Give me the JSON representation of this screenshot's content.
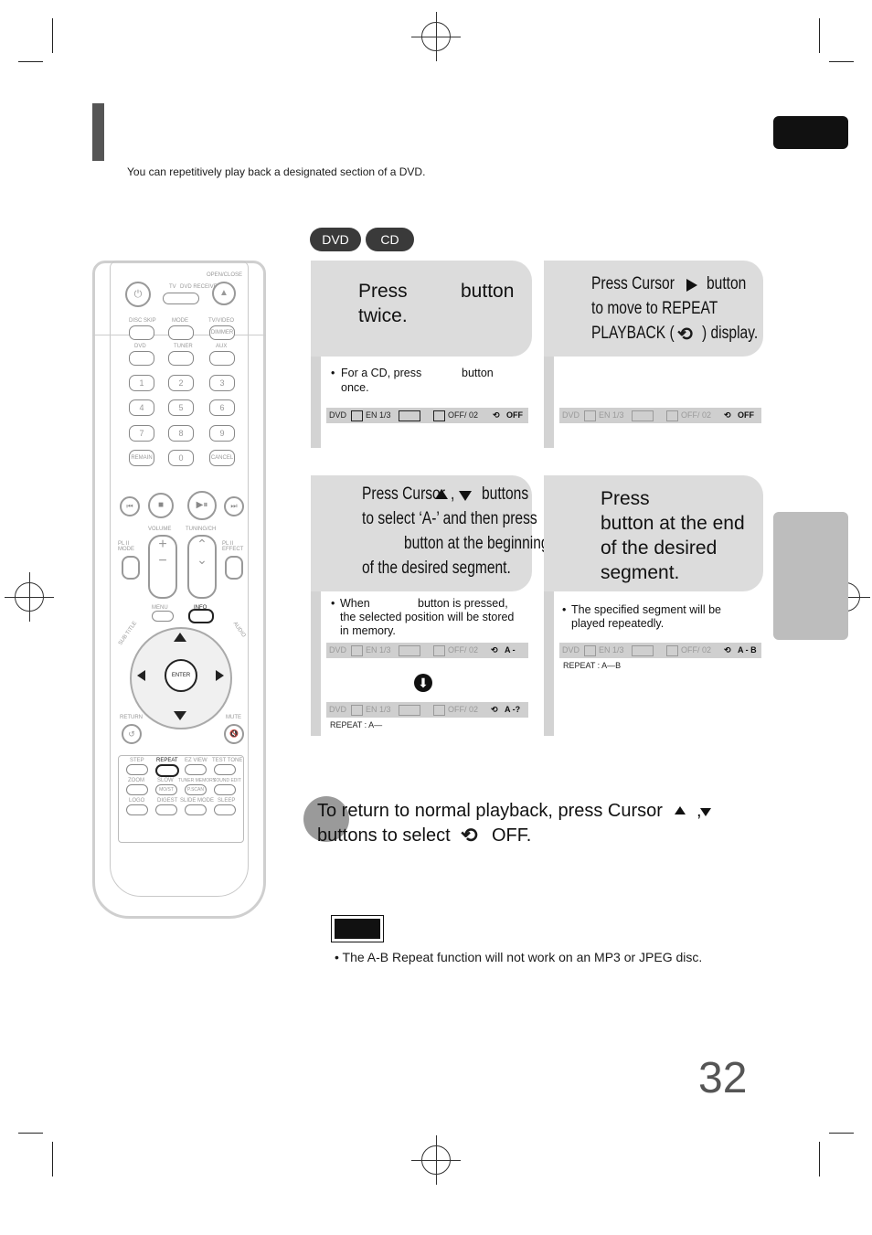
{
  "intro": "You can repetitively play back a designated section of a DVD.",
  "badges": [
    "DVD",
    "CD"
  ],
  "step1": {
    "line1a": "Press",
    "line1b": "button",
    "line2": "twice.",
    "note_line1a": "For a CD, press",
    "note_line1b": "button",
    "note_line2": "once."
  },
  "step2": {
    "line1a": "Press Cursor",
    "line1b": "button",
    "line2": "to move to REPEAT",
    "line3a": "PLAYBACK (",
    "line3b": ") display."
  },
  "step3": {
    "line1a": "Press Cursor",
    "line1b": ",",
    "line1c": "buttons",
    "line2": "to select ‘A-’ and then press",
    "line3": "button at the beginning",
    "line4": "of the desired segment.",
    "note_line1a": "When",
    "note_line1b": "button is pressed,",
    "note_line2": "the selected position will be stored",
    "note_line3": "in memory."
  },
  "step4": {
    "line1": "Press",
    "line2": "button at the end",
    "line3": "of the desired",
    "line4": "segment.",
    "note_line1": "The specified segment will be",
    "note_line2": "played repeatedly."
  },
  "osd": {
    "dvd": "DVD",
    "lang": "EN 1/3",
    "sub": "OFF/ 02",
    "rep_off": "OFF",
    "rep_a": "A -",
    "rep_aq": "A -?",
    "rep_ab": "A - B"
  },
  "repeat_a": "REPEAT : A—",
  "repeat_ab": "REPEAT : A—B",
  "return_line1a": "To return to normal playback, press Cursor",
  "return_line1b": ",",
  "return_line2a": "buttons to select",
  "return_line2b": "OFF.",
  "note": "The A-B Repeat function will not work on an MP3 or JPEG disc.",
  "page_number": "32",
  "remote": {
    "open_close": "OPEN/CLOSE",
    "tv": "TV",
    "dvd_receiver": "DVD RECEIVER",
    "disc_skip": "DISC SKIP",
    "mode": "MODE",
    "tv_video": "TV/VIDEO",
    "dimmer": "DIMMER",
    "dvd": "DVD",
    "tuner": "TUNER",
    "aux": "AUX",
    "digits": [
      "1",
      "2",
      "3",
      "4",
      "5",
      "6",
      "7",
      "8",
      "9"
    ],
    "remain": "REMAIN",
    "zero": "0",
    "cancel": "CANCEL",
    "volume": "VOLUME",
    "tuning_ch": "TUNING/CH",
    "pl2_mode": "PL II MODE",
    "pl2_effect": "PL II EFFECT",
    "menu": "MENU",
    "info": "INFO",
    "sub_title": "SUB TITLE",
    "audio": "AUDIO",
    "enter": "ENTER",
    "return": "RETURN",
    "mute": "MUTE",
    "step": "STEP",
    "repeat": "REPEAT",
    "ez_view": "EZ VIEW",
    "test_tone": "TEST TONE",
    "zoom": "ZOOM",
    "slow": "SLOW",
    "tuner_memory": "TUNER MEMORY",
    "sound_edit": "SOUND EDIT",
    "mo_st": "MO/ST",
    "p_scan": "P.SCAN",
    "logo": "LOGO",
    "digest": "DIGEST",
    "slide_mode": "SLIDE MODE",
    "sleep": "SLEEP"
  }
}
